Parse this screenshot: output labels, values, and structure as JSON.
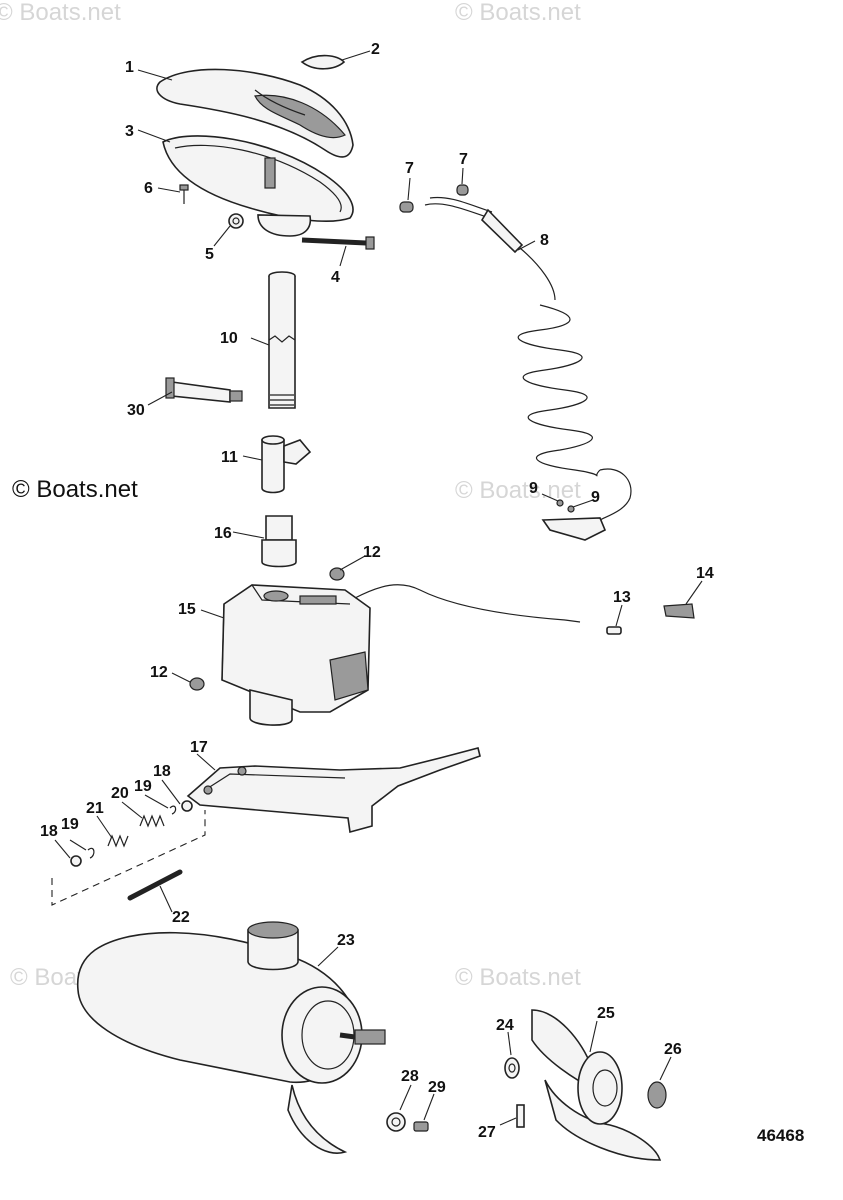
{
  "watermark": "© Boats.net",
  "copyright": "© Boats.net",
  "document_number": "46468",
  "callouts": [
    "1",
    "2",
    "3",
    "4",
    "5",
    "6",
    "7",
    "7",
    "8",
    "9",
    "9",
    "10",
    "11",
    "12",
    "12",
    "13",
    "14",
    "15",
    "16",
    "17",
    "18",
    "18",
    "19",
    "19",
    "20",
    "21",
    "22",
    "23",
    "24",
    "25",
    "26",
    "27",
    "28",
    "29",
    "30"
  ]
}
